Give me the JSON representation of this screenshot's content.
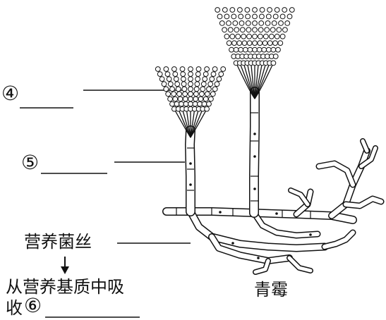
{
  "labels": {
    "item4": {
      "marker": "④",
      "blank": ""
    },
    "item5": {
      "marker": "⑤",
      "blank": ""
    },
    "hyphae": "营养菌丝",
    "absorb_line1": "从营养基质中吸",
    "absorb_line2_prefix": "收",
    "item6": {
      "marker": "⑥",
      "blank": ""
    },
    "organism": "青霉"
  },
  "colors": {
    "ink": "#111111",
    "background": "#ffffff"
  }
}
